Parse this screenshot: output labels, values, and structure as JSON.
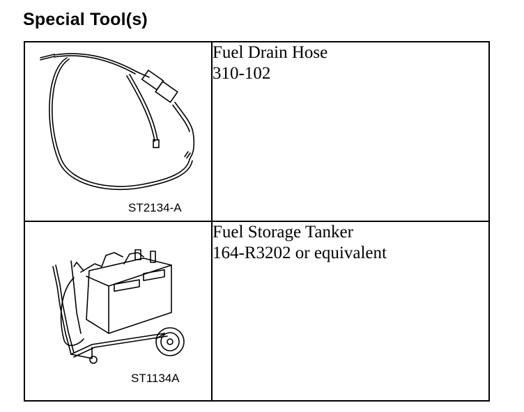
{
  "heading": "Special Tool(s)",
  "tools": [
    {
      "name": "Fuel Drain Hose",
      "number": "310-102",
      "illustration_code": "ST2134-A",
      "illustration": "fuel-drain-hose"
    },
    {
      "name": "Fuel Storage Tanker",
      "number": "164-R3202 or equivalent",
      "illustration_code": "ST1134A",
      "illustration": "fuel-storage-tanker"
    }
  ]
}
